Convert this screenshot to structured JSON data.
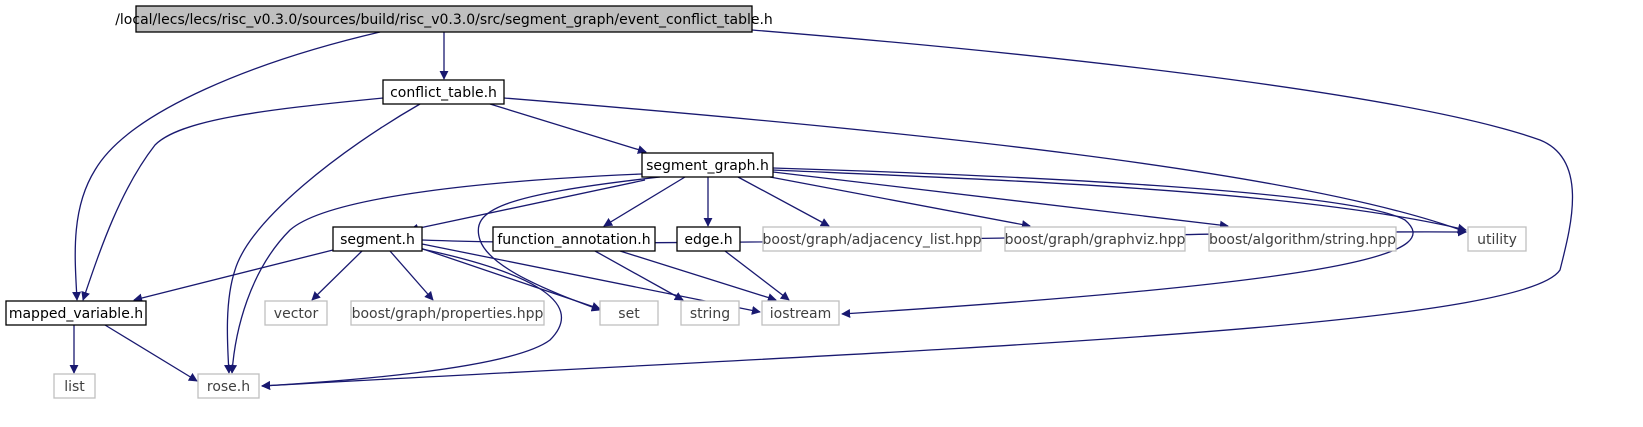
{
  "nodes": [
    {
      "id": "root",
      "label": "/local/lecs/lecs/risc_v0.3.0/sources/build/risc_v0.3.0/src/segment_graph/event_conflict_table.h",
      "kind": "root"
    },
    {
      "id": "conflict_table",
      "label": "conflict_table.h",
      "kind": "file"
    },
    {
      "id": "segment_graph",
      "label": "segment_graph.h",
      "kind": "file"
    },
    {
      "id": "segment",
      "label": "segment.h",
      "kind": "file"
    },
    {
      "id": "function_annotation",
      "label": "function_annotation.h",
      "kind": "file"
    },
    {
      "id": "edge",
      "label": "edge.h",
      "kind": "file"
    },
    {
      "id": "mapped_variable",
      "label": "mapped_variable.h",
      "kind": "file"
    },
    {
      "id": "adjacency_list",
      "label": "boost/graph/adjacency_list.hpp",
      "kind": "external"
    },
    {
      "id": "graphviz",
      "label": "boost/graph/graphviz.hpp",
      "kind": "external"
    },
    {
      "id": "string_hpp",
      "label": "boost/algorithm/string.hpp",
      "kind": "external"
    },
    {
      "id": "utility",
      "label": "utility",
      "kind": "external"
    },
    {
      "id": "vector",
      "label": "vector",
      "kind": "external"
    },
    {
      "id": "properties",
      "label": "boost/graph/properties.hpp",
      "kind": "external"
    },
    {
      "id": "set",
      "label": "set",
      "kind": "external"
    },
    {
      "id": "string",
      "label": "string",
      "kind": "external"
    },
    {
      "id": "iostream",
      "label": "iostream",
      "kind": "external"
    },
    {
      "id": "list",
      "label": "list",
      "kind": "external"
    },
    {
      "id": "rose",
      "label": "rose.h",
      "kind": "external"
    }
  ],
  "edges": [
    {
      "from": "root",
      "to": "conflict_table"
    },
    {
      "from": "root",
      "to": "mapped_variable"
    },
    {
      "from": "root",
      "to": "rose"
    },
    {
      "from": "conflict_table",
      "to": "segment_graph"
    },
    {
      "from": "conflict_table",
      "to": "mapped_variable"
    },
    {
      "from": "conflict_table",
      "to": "rose"
    },
    {
      "from": "conflict_table",
      "to": "utility"
    },
    {
      "from": "segment_graph",
      "to": "segment"
    },
    {
      "from": "segment_graph",
      "to": "function_annotation"
    },
    {
      "from": "segment_graph",
      "to": "edge"
    },
    {
      "from": "segment_graph",
      "to": "adjacency_list"
    },
    {
      "from": "segment_graph",
      "to": "graphviz"
    },
    {
      "from": "segment_graph",
      "to": "string_hpp"
    },
    {
      "from": "segment_graph",
      "to": "utility"
    },
    {
      "from": "segment_graph",
      "to": "iostream"
    },
    {
      "from": "segment_graph",
      "to": "set"
    },
    {
      "from": "segment_graph",
      "to": "rose"
    },
    {
      "from": "segment",
      "to": "mapped_variable"
    },
    {
      "from": "segment",
      "to": "vector"
    },
    {
      "from": "segment",
      "to": "properties"
    },
    {
      "from": "segment",
      "to": "set"
    },
    {
      "from": "segment",
      "to": "utility"
    },
    {
      "from": "segment",
      "to": "iostream"
    },
    {
      "from": "segment",
      "to": "rose"
    },
    {
      "from": "function_annotation",
      "to": "string"
    },
    {
      "from": "function_annotation",
      "to": "iostream"
    },
    {
      "from": "edge",
      "to": "iostream"
    },
    {
      "from": "mapped_variable",
      "to": "list"
    },
    {
      "from": "mapped_variable",
      "to": "rose"
    }
  ],
  "colors": {
    "edge": "#191970",
    "root_fill": "#bfbfbf",
    "external_border": "#bfbfbf",
    "file_border": "#000000"
  }
}
